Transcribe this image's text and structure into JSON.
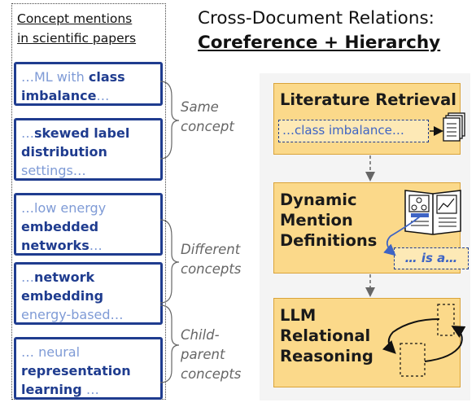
{
  "left_panel": {
    "heading_line1": "Concept mentions",
    "heading_line2": "in scientific papers",
    "mentions": [
      {
        "prefix": "…ML with ",
        "bold1": "class",
        "bold2": "imbalance",
        "suffix": "…"
      },
      {
        "prefix": "…",
        "bold1": "skewed label",
        "bold2": "distribution",
        "suffix": "settings…"
      },
      {
        "prefix": "…low energy",
        "bold1": "embedded",
        "bold2": "networks",
        "suffix": "…"
      },
      {
        "prefix": "…",
        "bold1": "network",
        "bold2": "embedding",
        "suffix": "energy-based…"
      },
      {
        "prefix": "… neural",
        "bold1": "representation",
        "bold2": "learning",
        "suffix": " …"
      }
    ]
  },
  "relations": [
    {
      "line1": "Same",
      "line2": "concept"
    },
    {
      "line1": "Different",
      "line2": "concepts"
    },
    {
      "line1": "Child-",
      "line2": "parent",
      "line3": "concepts"
    }
  ],
  "title": {
    "line1": "Cross-Document Relations:",
    "line2": "Coreference + Hierarchy"
  },
  "stages": [
    {
      "title_line1": "Literature Retrieval",
      "example": "…class imbalance…",
      "icon": "document-stack-icon"
    },
    {
      "title_line1": "Dynamic",
      "title_line2": "Mention",
      "title_line3": "Definitions",
      "example": "… is a…",
      "icon": "open-book-icon"
    },
    {
      "title_line1": "LLM",
      "title_line2": "Relational",
      "title_line3": "Reasoning",
      "icon": "cycle-arrows-icon"
    }
  ],
  "colors": {
    "mention_border": "#1f3c8f",
    "mention_light_text": "#7f9bd6",
    "stage_fill": "#fbd98a",
    "stage_border": "#d9a33a",
    "panel_bg": "#f4f4f4"
  }
}
